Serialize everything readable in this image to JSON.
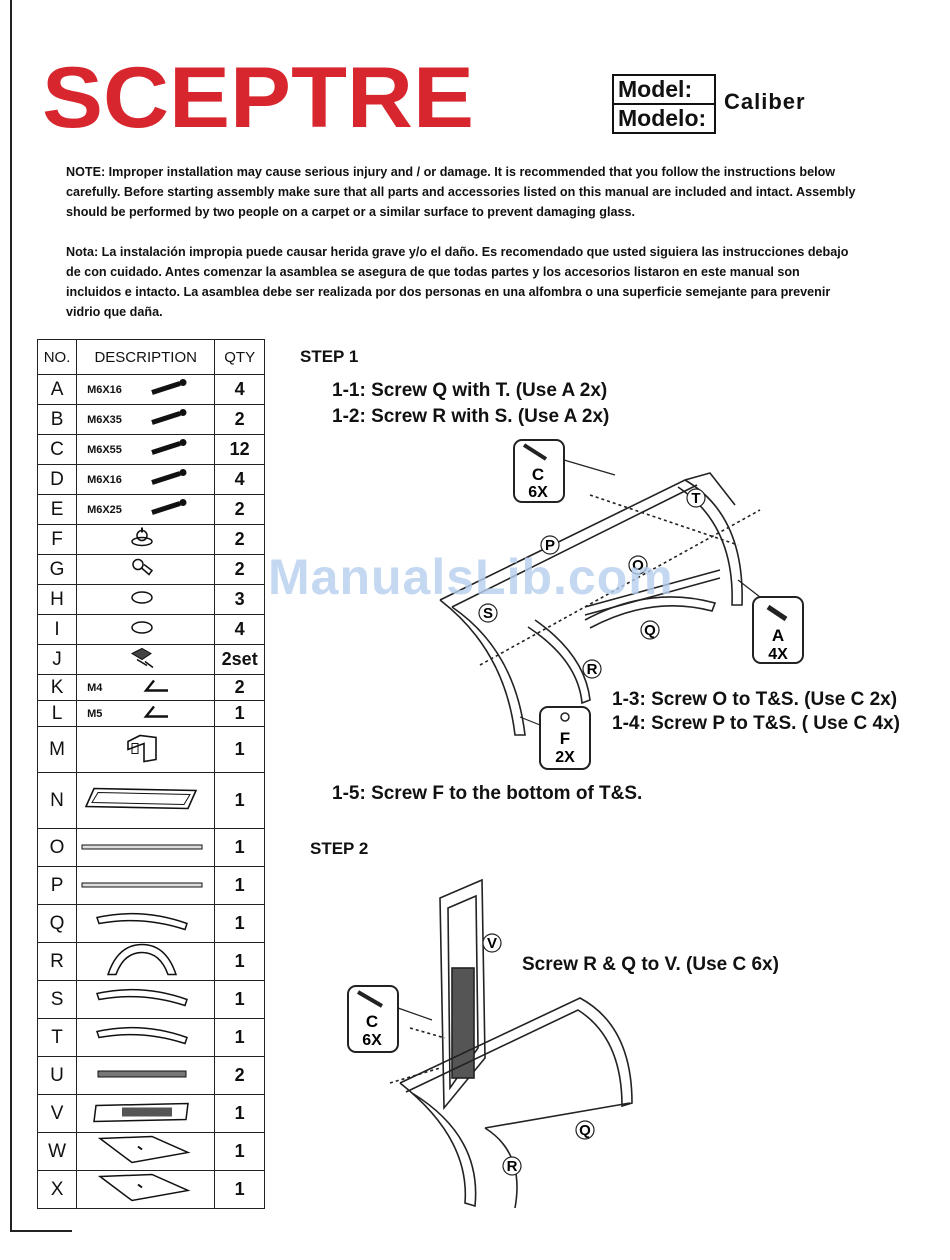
{
  "brand": "SCEPTRE",
  "model": {
    "label_en": "Model:",
    "label_es": "Modelo:",
    "value": "Caliber"
  },
  "notes": {
    "en": "NOTE:   Improper installation may cause serious injury and / or damage. It is recommended that you follow the  instructions below carefully. Before starting  assembly make sure that all parts and accessories listed on this manual are included and intact. Assembly should be performed by two people on a carpet or a similar surface to prevent damaging glass.",
    "es": "Nota: La instalación impropia puede causar herida grave y/o el daño. Es recomendado que usted siguiera las instrucciones debajo de con cuidado. Antes comenzar la asamblea se asegura de que todas partes y los accesorios listaron en este manual son incluidos e intacto. La asamblea debe ser realizada por dos personas en una alfombra o una superficie semejante para prevenir vidrio que daña."
  },
  "table": {
    "headers": [
      "NO.",
      "DESCRIPTION",
      "QTY"
    ],
    "rows": [
      {
        "no": "A",
        "label": "M6X16",
        "qty": "4",
        "icon": "screw-icon"
      },
      {
        "no": "B",
        "label": "M6X35",
        "qty": "2",
        "icon": "screw-icon"
      },
      {
        "no": "C",
        "label": "M6X55",
        "qty": "12",
        "icon": "screw-icon"
      },
      {
        "no": "D",
        "label": "M6X16",
        "qty": "4",
        "icon": "screw-icon"
      },
      {
        "no": "E",
        "label": "M6X25",
        "qty": "2",
        "icon": "screw-icon"
      },
      {
        "no": "F",
        "label": "",
        "qty": "2",
        "icon": "foot-icon"
      },
      {
        "no": "G",
        "label": "",
        "qty": "2",
        "icon": "cap-icon"
      },
      {
        "no": "H",
        "label": "",
        "qty": "3",
        "icon": "washer-icon"
      },
      {
        "no": "I",
        "label": "",
        "qty": "4",
        "icon": "washer-icon"
      },
      {
        "no": "J",
        "label": "",
        "qty": "2set",
        "icon": "clip-icon"
      },
      {
        "no": "K",
        "label": "M4",
        "qty": "2",
        "icon": "allen-key-icon"
      },
      {
        "no": "L",
        "label": "M5",
        "qty": "1",
        "icon": "allen-key-icon"
      },
      {
        "no": "M",
        "label": "",
        "qty": "1",
        "icon": "bracket-icon"
      },
      {
        "no": "N",
        "label": "",
        "qty": "1",
        "icon": "frame-icon"
      },
      {
        "no": "O",
        "label": "",
        "qty": "1",
        "icon": "bar-icon"
      },
      {
        "no": "P",
        "label": "",
        "qty": "1",
        "icon": "bar-icon"
      },
      {
        "no": "Q",
        "label": "",
        "qty": "1",
        "icon": "arc-icon"
      },
      {
        "no": "R",
        "label": "",
        "qty": "1",
        "icon": "arch-icon"
      },
      {
        "no": "S",
        "label": "",
        "qty": "1",
        "icon": "arc-icon"
      },
      {
        "no": "T",
        "label": "",
        "qty": "1",
        "icon": "arc-icon"
      },
      {
        "no": "U",
        "label": "",
        "qty": "2",
        "icon": "rail-icon"
      },
      {
        "no": "V",
        "label": "",
        "qty": "1",
        "icon": "panel-icon"
      },
      {
        "no": "W",
        "label": "",
        "qty": "1",
        "icon": "glass-shelf-icon"
      },
      {
        "no": "X",
        "label": "",
        "qty": "1",
        "icon": "glass-shelf-icon"
      }
    ]
  },
  "step1": {
    "title": "STEP 1",
    "i1": "1-1: Screw Q with T. (Use A 2x)",
    "i2": "1-2: Screw R with S. (Use A 2x)",
    "i3": "1-3: Screw O to T&S. (Use C 2x)",
    "i4": "1-4: Screw P to T&S. ( Use C 4x)",
    "i5": "1-5: Screw F to the bottom of T&S.",
    "callouts": [
      {
        "letter": "C",
        "count": "6X"
      },
      {
        "letter": "A",
        "count": "4X"
      },
      {
        "letter": "F",
        "count": "2X"
      }
    ],
    "labels": {
      "P": "P",
      "T": "T",
      "O": "O",
      "S": "S",
      "Q": "Q",
      "R": "R"
    }
  },
  "step2": {
    "title": "STEP 2",
    "i1": "Screw R & Q to V. (Use C 6x)",
    "callout": {
      "letter": "C",
      "count": "6X"
    },
    "labels": {
      "V": "V",
      "Q": "Q",
      "R": "R"
    }
  },
  "watermark": "ManualsLib.com",
  "colors": {
    "brand_red": "#d7262d",
    "watermark": "#b6cfee"
  }
}
